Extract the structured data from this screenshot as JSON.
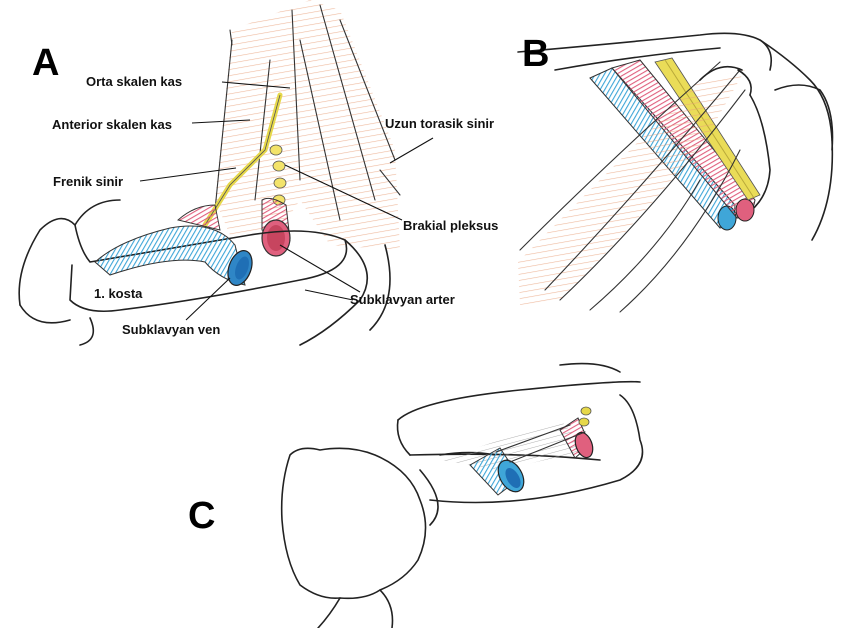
{
  "panels": {
    "a": "A",
    "b": "B",
    "c": "C"
  },
  "labels": {
    "orta_skalen": "Orta skalen kas",
    "anterior_skalen": "Anterior skalen kas",
    "frenik": "Frenik sinir",
    "uzun_torasik": "Uzun torasik sinir",
    "brakial": "Brakial pleksus",
    "kosta": "1. kosta",
    "subklavyan_ven": "Subklavyan ven",
    "subklavyan_arter": "Subklavyan arter"
  },
  "colors": {
    "vein": "#3fa6d8",
    "vein_dark": "#1f6fb5",
    "artery": "#e0607e",
    "nerve": "#e6d84a",
    "muscle": "#e8a27c",
    "ink": "#222222"
  }
}
